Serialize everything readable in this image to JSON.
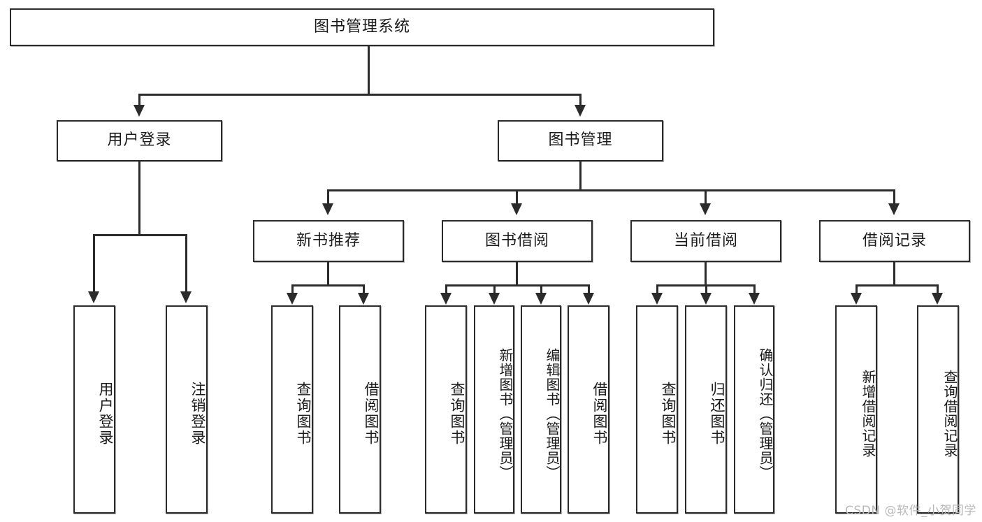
{
  "diagram": {
    "type": "tree-hierarchy-flowchart",
    "title": "图书管理系统",
    "root": {
      "id": "root",
      "label": "图书管理系统",
      "orientation": "horizontal"
    },
    "level1": [
      {
        "id": "user-login",
        "label": "用户登录",
        "orientation": "horizontal"
      },
      {
        "id": "book-management",
        "label": "图书管理",
        "orientation": "horizontal"
      }
    ],
    "level2": [
      {
        "id": "new-book-recommend",
        "label": "新书推荐",
        "orientation": "horizontal",
        "parent": "book-management"
      },
      {
        "id": "book-borrow",
        "label": "图书借阅",
        "orientation": "horizontal",
        "parent": "book-management"
      },
      {
        "id": "current-borrow",
        "label": "当前借阅",
        "orientation": "horizontal",
        "parent": "book-management"
      },
      {
        "id": "borrow-record",
        "label": "借阅记录",
        "orientation": "horizontal",
        "parent": "book-management"
      }
    ],
    "leaves": {
      "user_login": [
        {
          "id": "leaf-user-login",
          "label": "用户登录",
          "orientation": "vertical"
        },
        {
          "id": "leaf-logout-login",
          "label": "注销登录",
          "orientation": "vertical"
        }
      ],
      "new_book_recommend": [
        {
          "id": "leaf-query-book-1",
          "label": "查询图书",
          "orientation": "vertical"
        },
        {
          "id": "leaf-borrow-book-1",
          "label": "借阅图书",
          "orientation": "vertical"
        }
      ],
      "book_borrow": [
        {
          "id": "leaf-query-book-2",
          "label": "查询图书",
          "orientation": "vertical"
        },
        {
          "id": "leaf-add-book",
          "label": "新增图书（管理员）",
          "orientation": "vertical"
        },
        {
          "id": "leaf-edit-book",
          "label": "编辑图书（管理员）",
          "orientation": "vertical"
        },
        {
          "id": "leaf-borrow-book-2",
          "label": "借阅图书",
          "orientation": "vertical"
        }
      ],
      "current_borrow": [
        {
          "id": "leaf-query-book-3",
          "label": "查询图书",
          "orientation": "vertical"
        },
        {
          "id": "leaf-return-book",
          "label": "归还图书",
          "orientation": "vertical"
        },
        {
          "id": "leaf-confirm-return",
          "label": "确认归还（管理员）",
          "orientation": "vertical"
        }
      ],
      "borrow_record": [
        {
          "id": "leaf-add-record",
          "label": "新增借阅记录",
          "orientation": "vertical"
        },
        {
          "id": "leaf-query-record",
          "label": "查询借阅记录",
          "orientation": "vertical"
        }
      ]
    }
  },
  "watermark": {
    "text": "CSDN @软件_小贺同学"
  },
  "colors": {
    "stroke": "#2b2b2b",
    "fill": "#ffffff",
    "text": "#1a1a1a",
    "watermark": "#b9b9b9"
  }
}
